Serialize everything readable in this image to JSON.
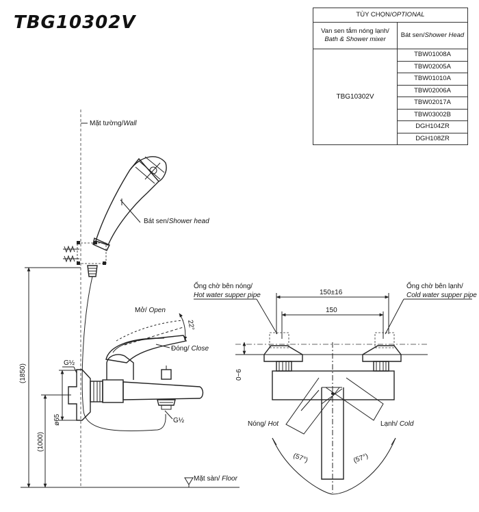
{
  "model": "TBG10302V",
  "optional_table": {
    "title_vi": "TÙY CHỌN/",
    "title_en": "OPTIONAL",
    "col1_vi": "Van sen tắm nóng lạnh/",
    "col1_en": "Bath & Shower mixer",
    "col2_vi": "Bát sen/",
    "col2_en": "Shower Head",
    "mixer_model": "TBG10302V",
    "shower_heads": [
      "TBW01008A",
      "TBW02005A",
      "TBW01010A",
      "TBW02006A",
      "TBW02017A",
      "TBW03002B",
      "DGH104ZR",
      "DGH108ZR"
    ]
  },
  "labels": {
    "wall_vi": "Mặt tường/",
    "wall_en": "Wall",
    "shower_head_vi": "Bát sen/",
    "shower_head_en": "Shower head",
    "open_vi": "Mở/ ",
    "open_en": "Open",
    "close_vi": "Đóng/ ",
    "close_en": "Close",
    "angle_22": "22°",
    "g_half": "G½",
    "dim_65": "ø65",
    "dim_1000": "(1000)",
    "dim_1850": "(1850)",
    "floor_vi": "Mặt sàn/ ",
    "floor_en": "Floor",
    "hot_pipe_vi": "Ống chờ bên nóng/",
    "hot_pipe_en": "Hot water supper pipe",
    "cold_pipe_vi": "Ống chờ bên lạnh/",
    "cold_pipe_en": "Cold water supper pipe",
    "dim_150_16": "150±16",
    "dim_150": "150",
    "dim_0_6": "0~6",
    "hot_vi": "Nóng/ ",
    "hot_en": "Hot",
    "cold_vi": "Lạnh/ ",
    "cold_en": "Cold",
    "angle_57": "57°"
  }
}
